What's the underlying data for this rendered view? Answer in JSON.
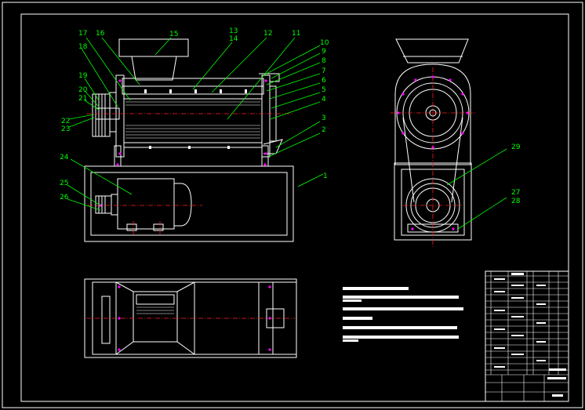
{
  "callouts": [
    {
      "id": "c1",
      "label": "1"
    },
    {
      "id": "c2",
      "label": "2"
    },
    {
      "id": "c3",
      "label": "3"
    },
    {
      "id": "c4",
      "label": "4"
    },
    {
      "id": "c5",
      "label": "5"
    },
    {
      "id": "c6",
      "label": "6"
    },
    {
      "id": "c7",
      "label": "7"
    },
    {
      "id": "c8",
      "label": "8"
    },
    {
      "id": "c9",
      "label": "9"
    },
    {
      "id": "c10",
      "label": "10"
    },
    {
      "id": "c11",
      "label": "11"
    },
    {
      "id": "c12",
      "label": "12"
    },
    {
      "id": "c13",
      "label": "13"
    },
    {
      "id": "c14",
      "label": "14"
    },
    {
      "id": "c15",
      "label": "15"
    },
    {
      "id": "c16",
      "label": "16"
    },
    {
      "id": "c17",
      "label": "17"
    },
    {
      "id": "c18",
      "label": "18"
    },
    {
      "id": "c19",
      "label": "19"
    },
    {
      "id": "c20",
      "label": "20"
    },
    {
      "id": "c21",
      "label": "21"
    },
    {
      "id": "c22",
      "label": "22"
    },
    {
      "id": "c23",
      "label": "23"
    },
    {
      "id": "c24",
      "label": "24"
    },
    {
      "id": "c25",
      "label": "25"
    },
    {
      "id": "c26",
      "label": "26"
    },
    {
      "id": "c27",
      "label": "27"
    },
    {
      "id": "c28",
      "label": "28"
    },
    {
      "id": "c29",
      "label": "29"
    }
  ],
  "colors": {
    "background": "#000000",
    "outline": "#ffffff",
    "leader": "#00ff00",
    "centerline": "#ff2020",
    "bolt": "#ff00ff"
  }
}
